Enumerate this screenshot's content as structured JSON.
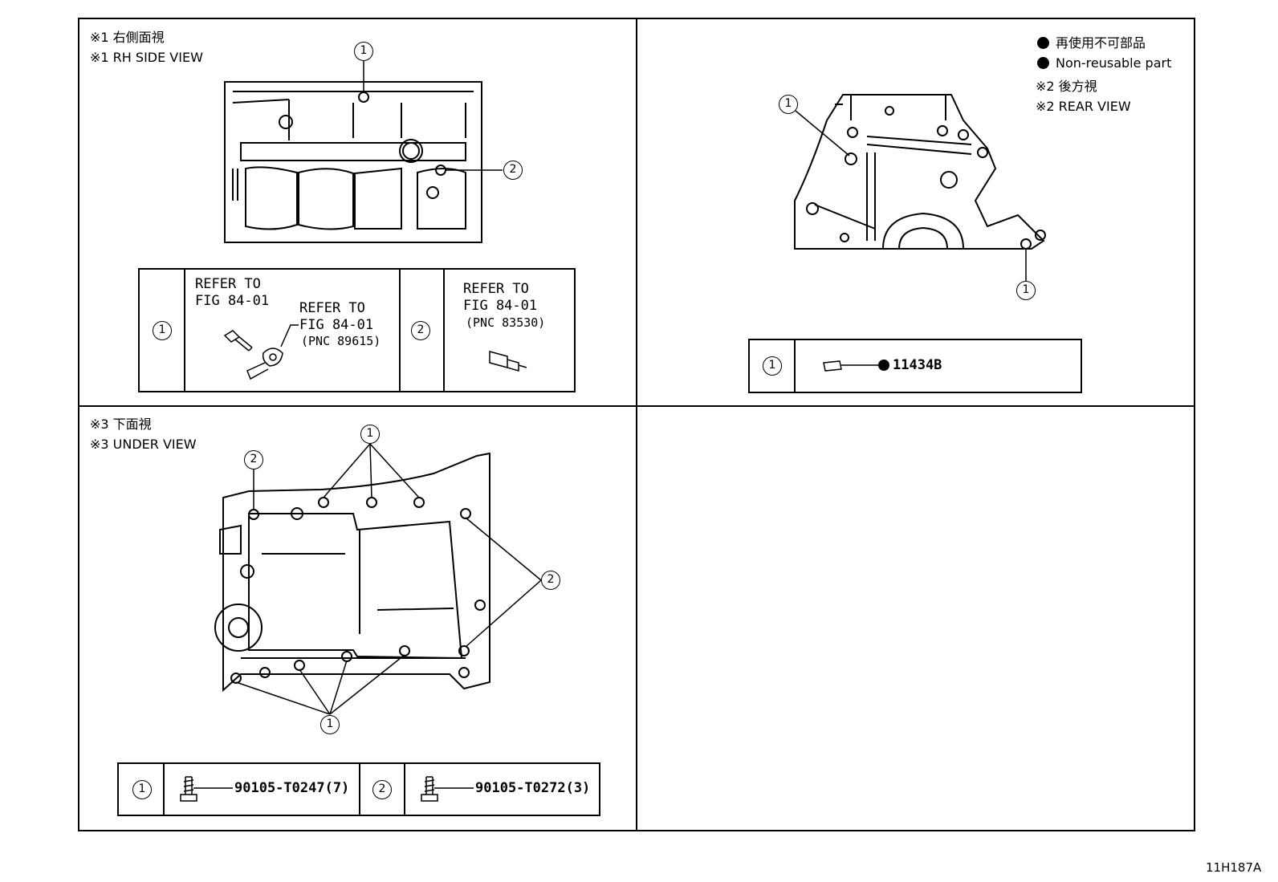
{
  "rh_side": {
    "title_jp": "※1 右側面視",
    "title_en": "※1 RH SIDE VIEW",
    "callout_1": "1",
    "callout_2": "2",
    "legend": {
      "item1_num": "1",
      "refer_a_line1": "REFER TO",
      "refer_a_line2": "FIG 84-01",
      "refer_b_line1": "REFER TO",
      "refer_b_line2": "FIG 84-01",
      "refer_b_pnc": "(PNC 89615)",
      "item2_num": "2",
      "refer_c_line1": "REFER TO",
      "refer_c_line2": "FIG 84-01",
      "refer_c_pnc": "(PNC 83530)"
    }
  },
  "rear": {
    "note_jp": "再使用不可部品",
    "note_en": "Non-reusable part",
    "title_jp": "※2 後方視",
    "title_en": "※2 REAR VIEW",
    "callout_1a": "1",
    "callout_1b": "1",
    "legend": {
      "item1_num": "1",
      "part": "11434B"
    }
  },
  "under": {
    "title_jp": "※3 下面視",
    "title_en": "※3 UNDER VIEW",
    "callout_1_top": "1",
    "callout_2_top": "2",
    "callout_2_right": "2",
    "callout_1_bottom": "1",
    "legend": {
      "item1_num": "1",
      "part1": "90105-T0247(7)",
      "item2_num": "2",
      "part2": "90105-T0272(3)"
    }
  },
  "figure_id": "11H187A"
}
